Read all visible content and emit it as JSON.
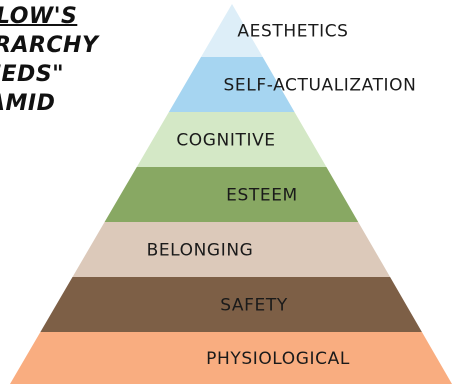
{
  "title": {
    "lines": [
      "LOW'S",
      "RARCHY",
      "EEDS\"",
      "AMID"
    ]
  },
  "pyramid": {
    "tiers": [
      {
        "label": "AESTHETICS",
        "color": "#ddeef8"
      },
      {
        "label": "SELF-ACTUALIZATION",
        "color": "#a6d5f1"
      },
      {
        "label": "COGNITIVE",
        "color": "#d4e8c6"
      },
      {
        "label": "ESTEEM",
        "color": "#88a863"
      },
      {
        "label": "BELONGING",
        "color": "#dcc9ba"
      },
      {
        "label": "SAFETY",
        "color": "#7d5f46"
      },
      {
        "label": "PHYSIOLOGICAL",
        "color": "#f9ad80"
      }
    ]
  }
}
